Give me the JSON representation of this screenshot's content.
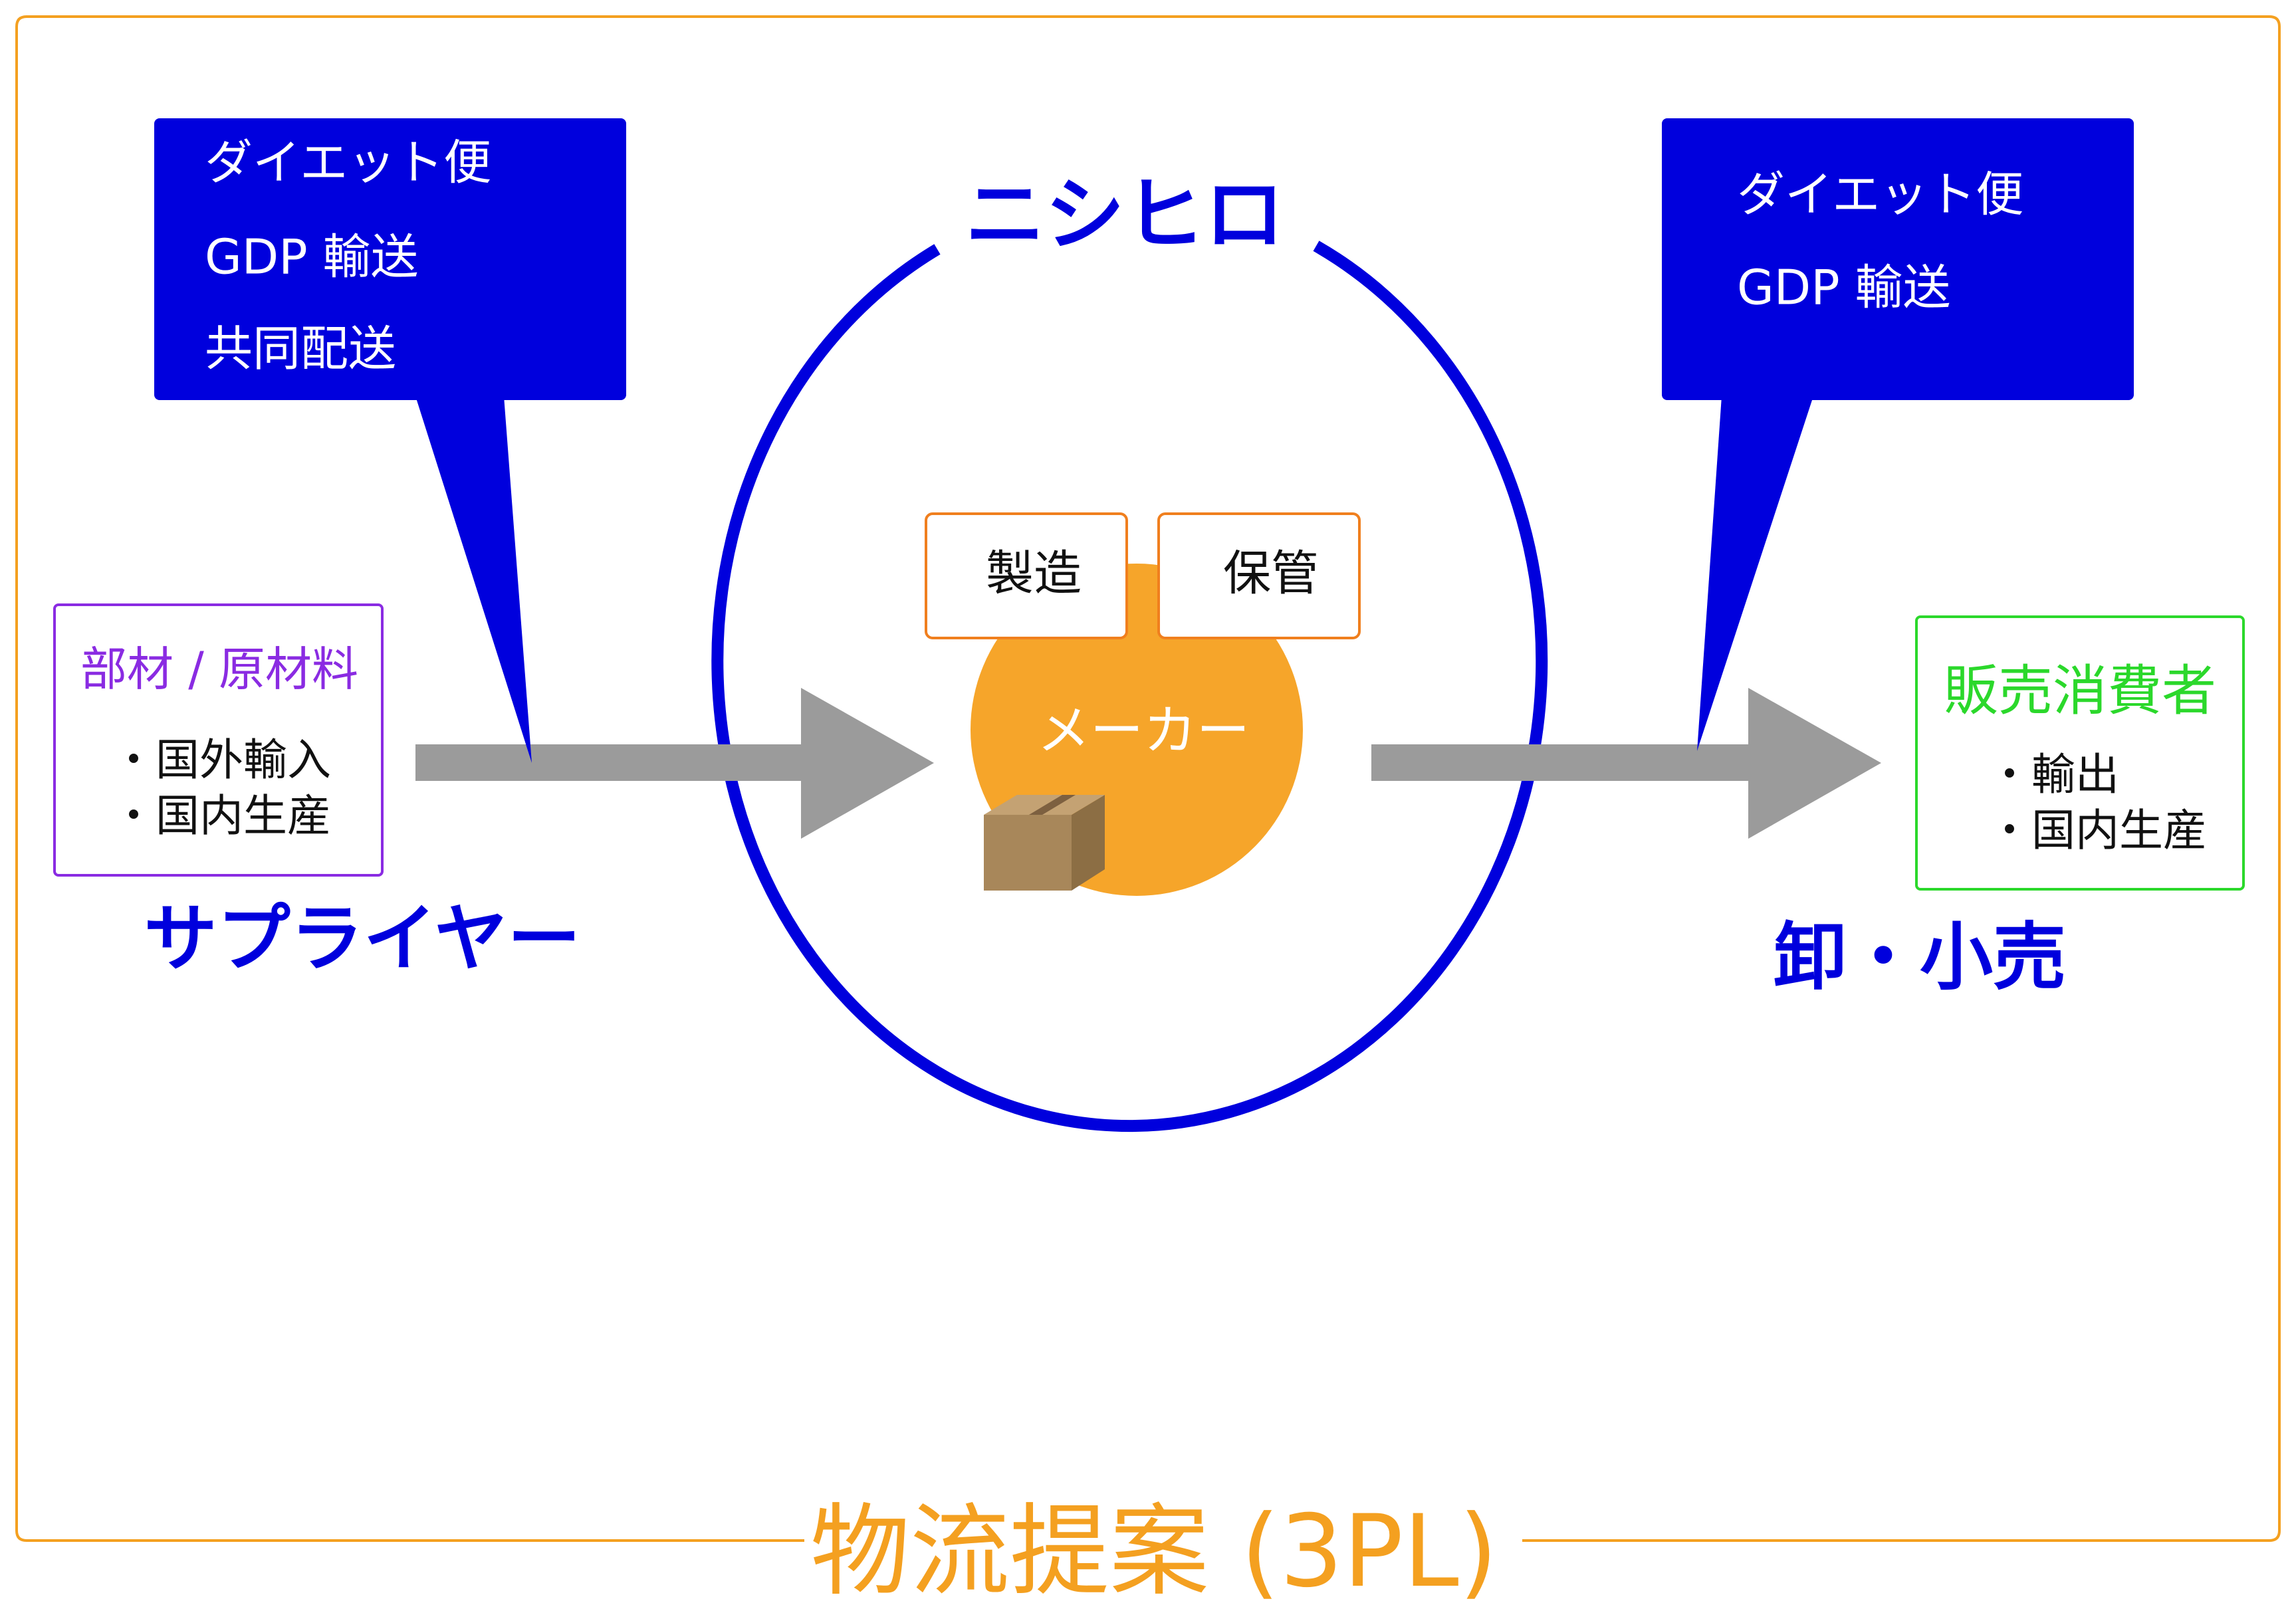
{
  "frame": {
    "title": "物流提案 (3PL)"
  },
  "center": {
    "title": "ニシヒロ",
    "maker": "メーカー",
    "manufacture": "製造",
    "storage": "保管",
    "box_icon": "cardboard-box-icon"
  },
  "supplier": {
    "label": "サプライヤー",
    "box_title": "部材 / 原材料",
    "items": [
      "・国外輸入",
      "・国内生産"
    ]
  },
  "retail": {
    "label": "卸・小売",
    "box_title": "販売消費者",
    "items": [
      "・輸出",
      "・国内生産"
    ]
  },
  "left_callout": {
    "lines": [
      "ダイエット便",
      "GDP 輸送",
      "共同配送"
    ]
  },
  "right_callout": {
    "lines": [
      "ダイエット便",
      "GDP 輸送"
    ]
  },
  "colors": {
    "blue": "#0000dd",
    "orange": "#f4a020",
    "purple": "#8a2be2",
    "green": "#2bd82b",
    "gray": "#9b9b9b",
    "box": "#a8875a"
  }
}
